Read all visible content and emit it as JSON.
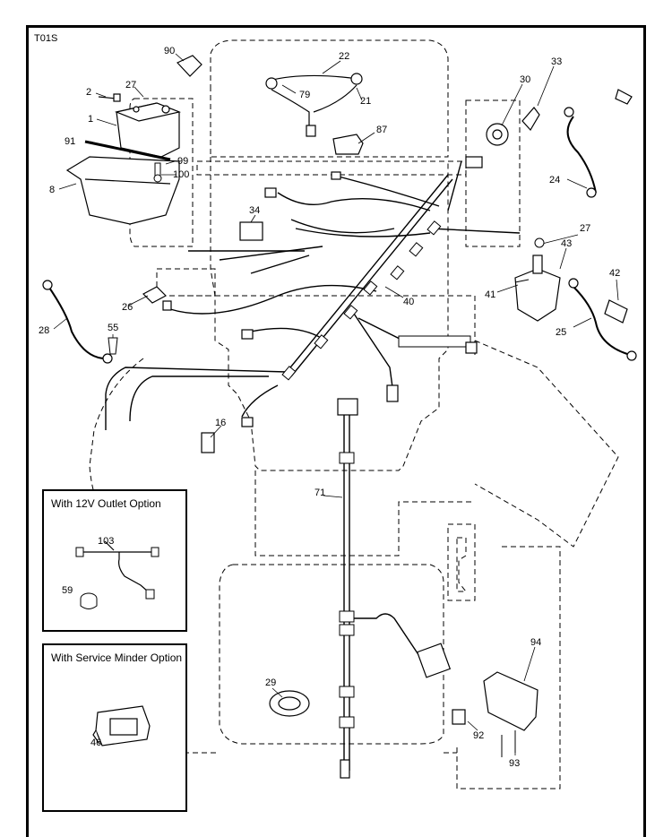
{
  "page_code": "T01S",
  "parts": {
    "p1": "1",
    "p2": "2",
    "p8": "8",
    "p16": "16",
    "p21": "21",
    "p22": "22",
    "p24": "24",
    "p25": "25",
    "p26": "26",
    "p27a": "27",
    "p27b": "27",
    "p28": "28",
    "p29": "29",
    "p30": "30",
    "p33": "33",
    "p34": "34",
    "p40": "40",
    "p41": "41",
    "p42": "42",
    "p43": "43",
    "p55": "55",
    "p71": "71",
    "p79": "79",
    "p87": "87",
    "p90": "90",
    "p91": "91",
    "p92": "92",
    "p93": "93",
    "p94": "94",
    "p99": "99",
    "p100": "100"
  },
  "option_12v": {
    "title": "With 12V Outlet Option",
    "p103": "103",
    "p59": "59"
  },
  "option_service": {
    "title": "With Service Minder Option",
    "p46": "46"
  }
}
